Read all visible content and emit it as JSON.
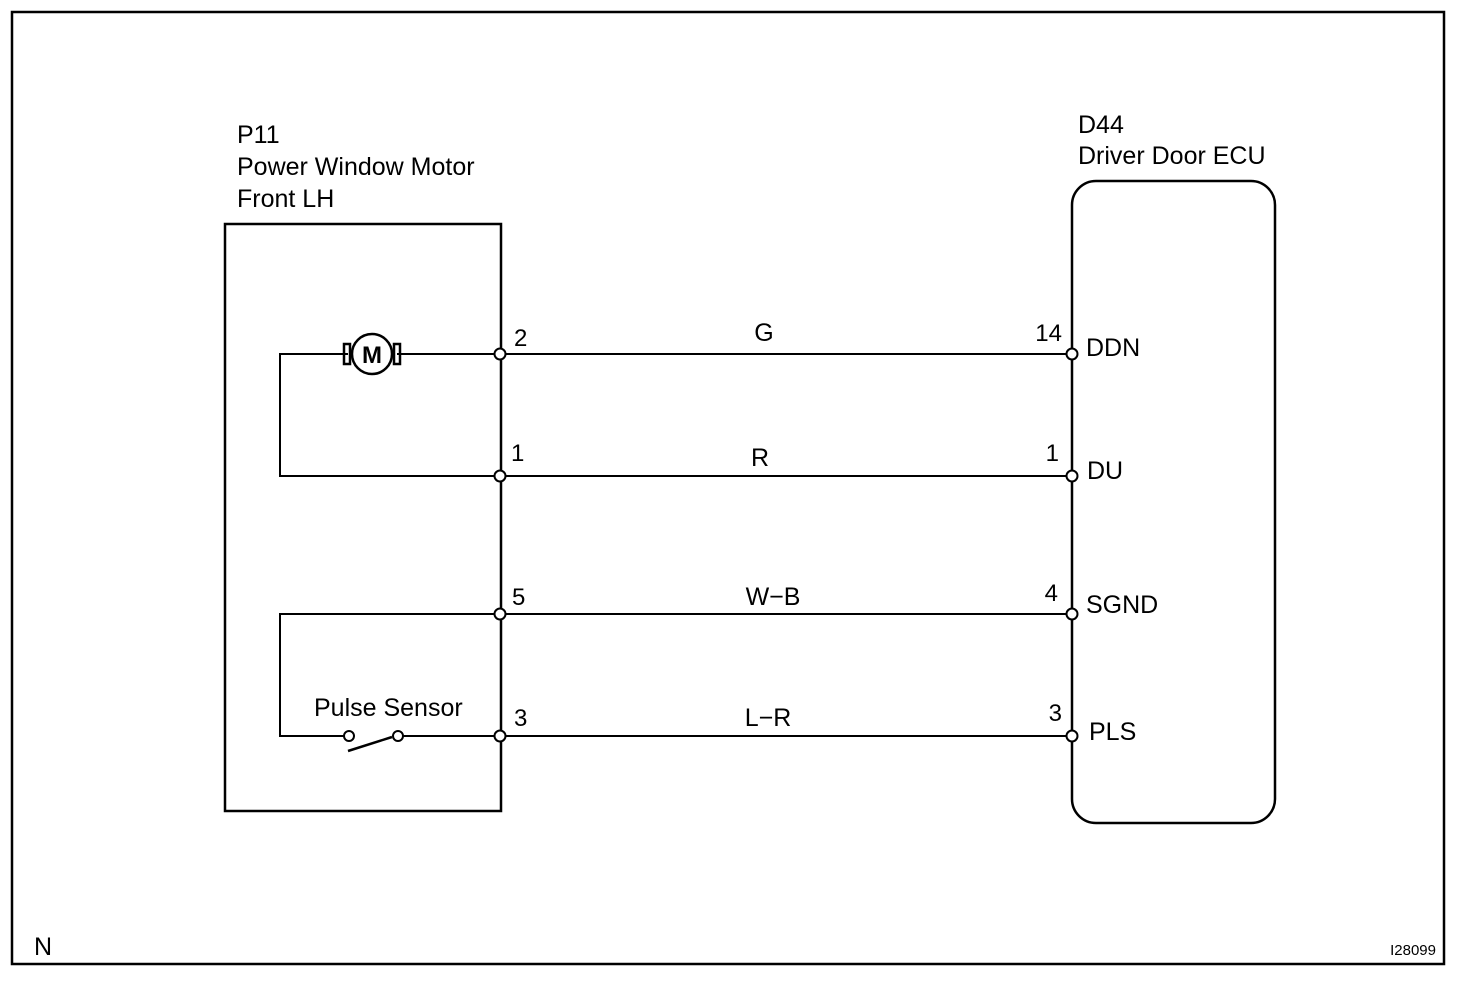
{
  "motor_component": {
    "code": "P11",
    "name_line1": "Power Window Motor",
    "name_line2": "Front LH",
    "motor_symbol": "M",
    "pulse_sensor_label": "Pulse Sensor"
  },
  "ecu_component": {
    "code": "D44",
    "name": "Driver Door ECU"
  },
  "connections": [
    {
      "left_pin": "2",
      "wire_color": "G",
      "right_pin": "14",
      "terminal": "DDN"
    },
    {
      "left_pin": "1",
      "wire_color": "R",
      "right_pin": "1",
      "terminal": "DU"
    },
    {
      "left_pin": "5",
      "wire_color": "W−B",
      "right_pin": "4",
      "terminal": "SGND"
    },
    {
      "left_pin": "3",
      "wire_color": "L−R",
      "right_pin": "3",
      "terminal": "PLS"
    }
  ],
  "footer": {
    "left_mark": "N",
    "figure_id": "I28099"
  }
}
